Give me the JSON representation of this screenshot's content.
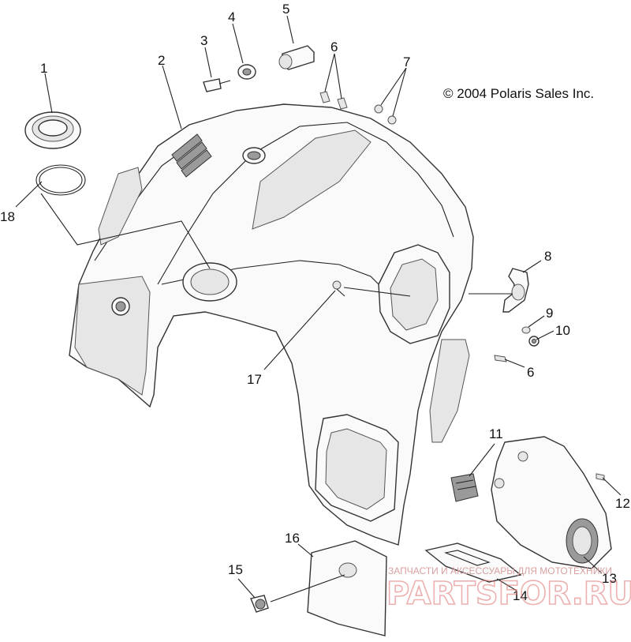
{
  "copyright": "© 2004 Polaris Sales Inc.",
  "watermark": {
    "caption": "ЗАПЧАСТИ И АКСЕССУАРЫ ДЛЯ МОТОТЕХНИКИ",
    "brand": "PARTSFOR.RU"
  },
  "callouts": [
    {
      "id": "1",
      "label": "1"
    },
    {
      "id": "2",
      "label": "2"
    },
    {
      "id": "3",
      "label": "3"
    },
    {
      "id": "4",
      "label": "4"
    },
    {
      "id": "5",
      "label": "5"
    },
    {
      "id": "6a",
      "label": "6"
    },
    {
      "id": "6b",
      "label": "6"
    },
    {
      "id": "7",
      "label": "7"
    },
    {
      "id": "8",
      "label": "8"
    },
    {
      "id": "9",
      "label": "9"
    },
    {
      "id": "10",
      "label": "10"
    },
    {
      "id": "11",
      "label": "11"
    },
    {
      "id": "12",
      "label": "12"
    },
    {
      "id": "13",
      "label": "13"
    },
    {
      "id": "14",
      "label": "14"
    },
    {
      "id": "15",
      "label": "15"
    },
    {
      "id": "16",
      "label": "16"
    },
    {
      "id": "17",
      "label": "17"
    },
    {
      "id": "18",
      "label": "18"
    }
  ]
}
